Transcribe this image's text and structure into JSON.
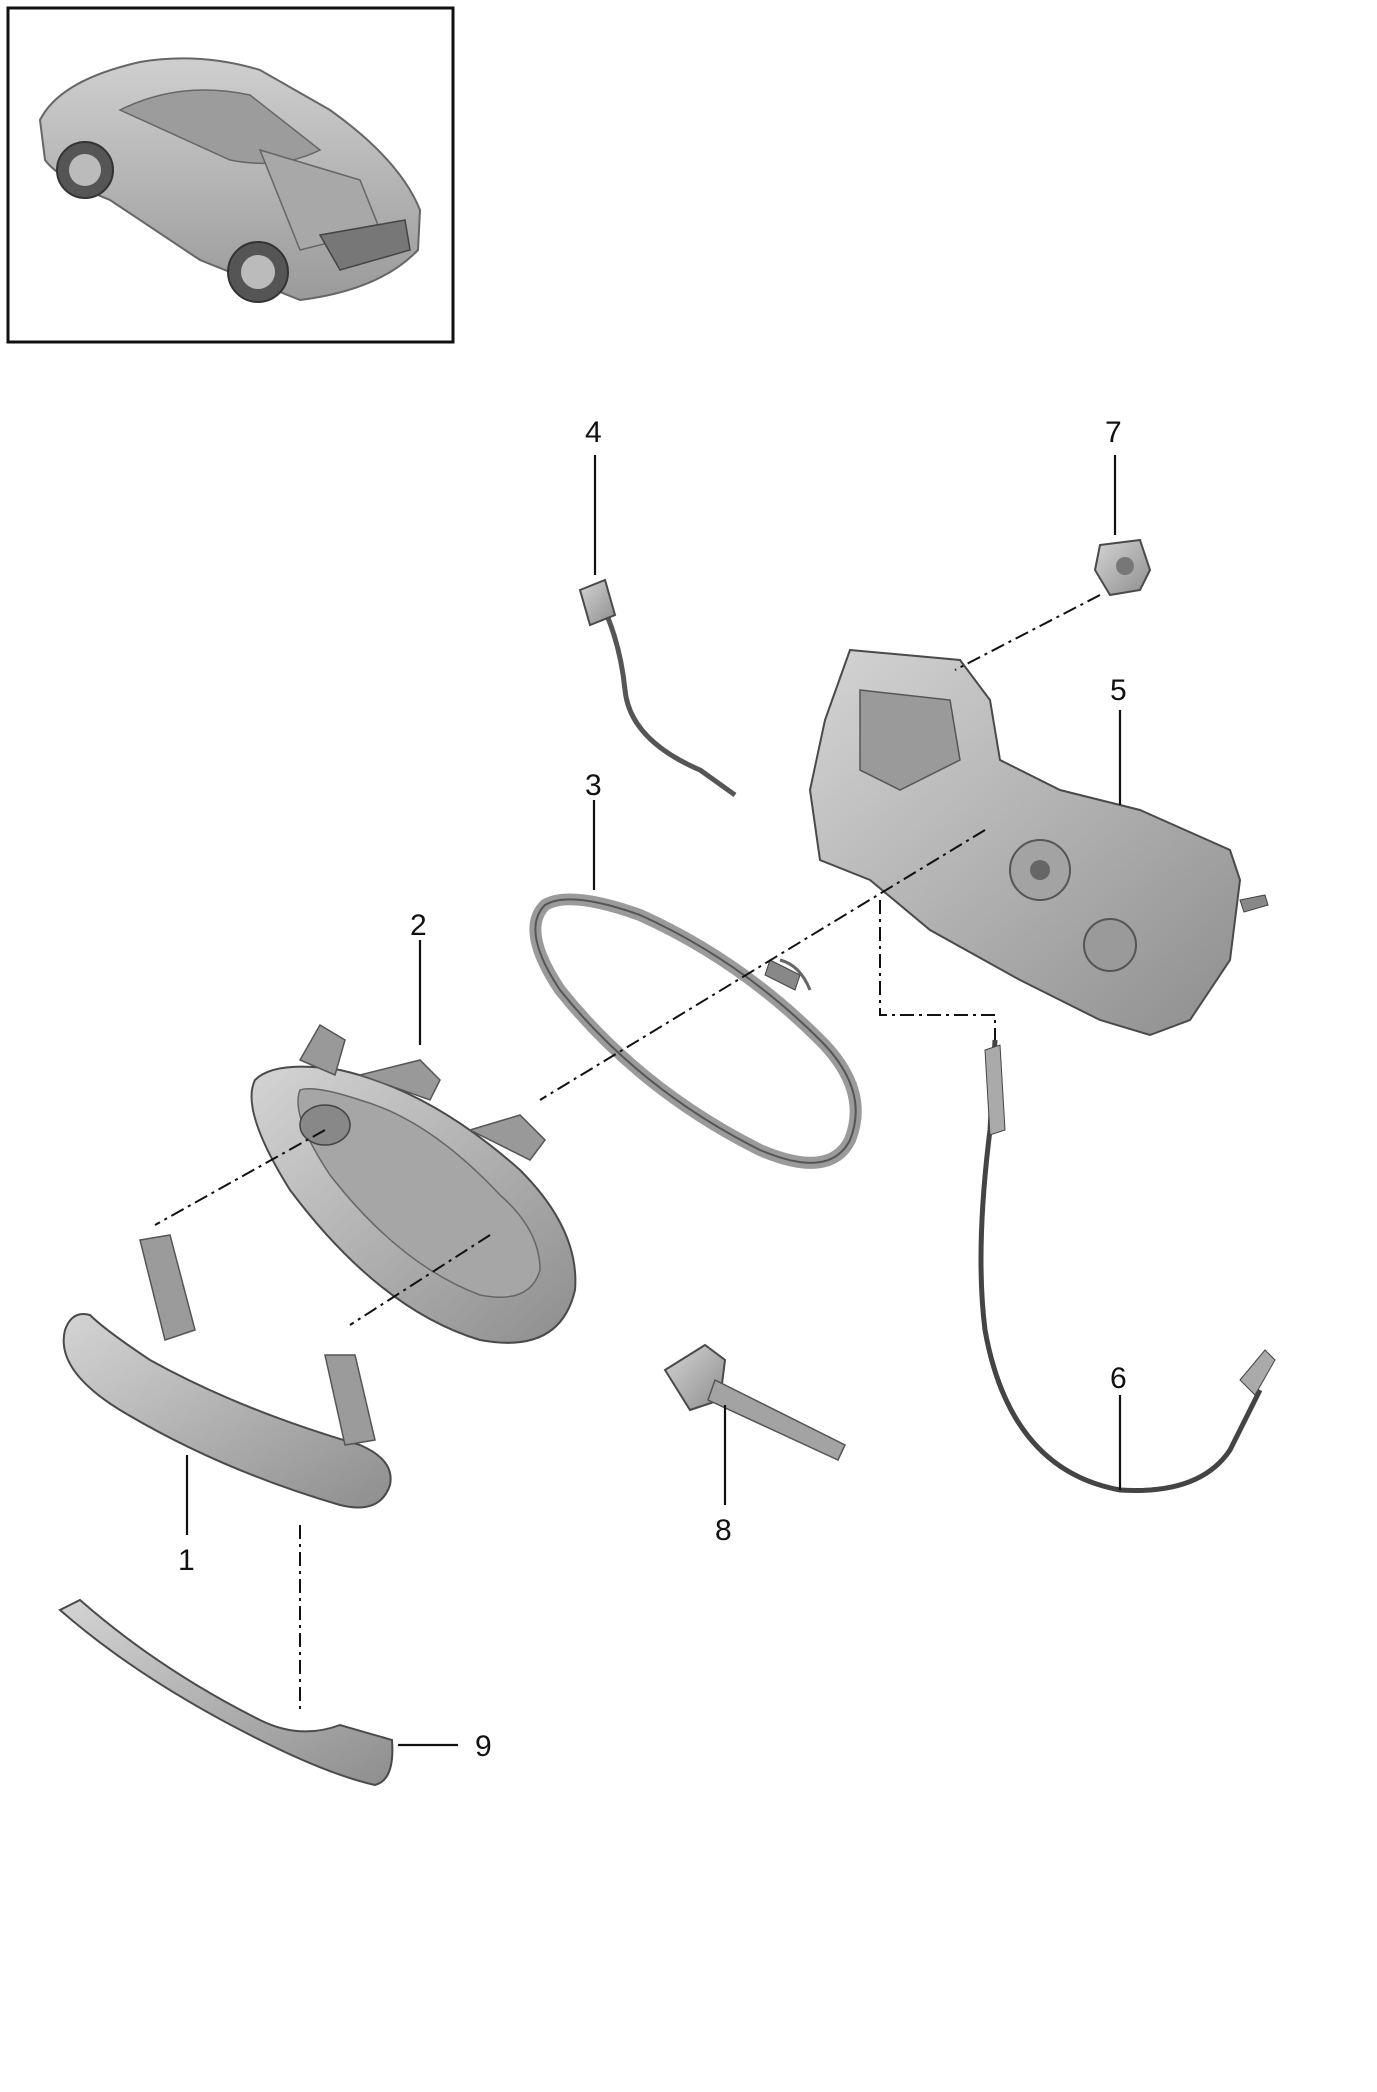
{
  "diagram": {
    "inset": {
      "subject": "vehicle-overview"
    },
    "callouts": [
      {
        "id": "1",
        "label": "1"
      },
      {
        "id": "2",
        "label": "2"
      },
      {
        "id": "3",
        "label": "3"
      },
      {
        "id": "4",
        "label": "4"
      },
      {
        "id": "5",
        "label": "5"
      },
      {
        "id": "6",
        "label": "6"
      },
      {
        "id": "7",
        "label": "7"
      },
      {
        "id": "8",
        "label": "8"
      },
      {
        "id": "9",
        "label": "9"
      }
    ],
    "colors": {
      "part_fill": "#b5b5b5",
      "part_shade": "#8e8e8e",
      "line": "#111111"
    }
  }
}
